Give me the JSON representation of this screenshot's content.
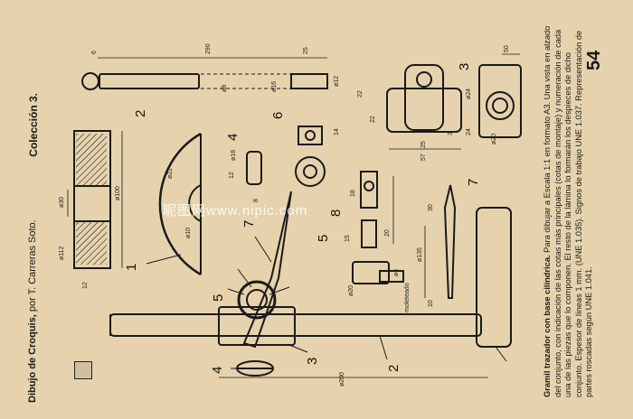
{
  "header": {
    "series": "Colección 3.",
    "title_bold": "Dibujo de Croquis,",
    "title_rest": " por T. Carreras Soto.",
    "page_number": "54"
  },
  "caption": {
    "title": "Gramil trazador con base cilíndrica.",
    "text": " Para dibujar a Escala 1:1 en formato A3. Una vista en alzado del conjunto, con indicación de las cotas más principales (cotas de montaje) y numeración de cada una de las piezas que lo componen. El resto de la lámina lo formarán los despieces de dicho conjunto. Espesor de líneas 1 mm. (UNE 1.035). Signos de trabajo UNE 1.037. Representación de partes roscadas según UNE 1.041."
  },
  "watermark": "昵图网www.nipic.com",
  "drawing": {
    "part_numbers": [
      "1",
      "2",
      "3",
      "4",
      "5",
      "6",
      "7",
      "8",
      "5",
      "3",
      "4",
      "7",
      "2"
    ],
    "dimensions": [
      "290",
      "25",
      "6",
      "ø12",
      "ø8",
      "ø16",
      "ø100",
      "ø112",
      "ø30",
      "12",
      "ø22",
      "ø18",
      "ø10",
      "22",
      "14",
      "8",
      "18",
      "12",
      "ø200",
      "ø135",
      "30",
      "10",
      "15",
      "ø4",
      "ø20",
      "20",
      "ø24",
      "50",
      "22",
      "25",
      "57",
      "ø20",
      "24",
      "3"
    ],
    "notes": [
      "moleteado"
    ]
  }
}
